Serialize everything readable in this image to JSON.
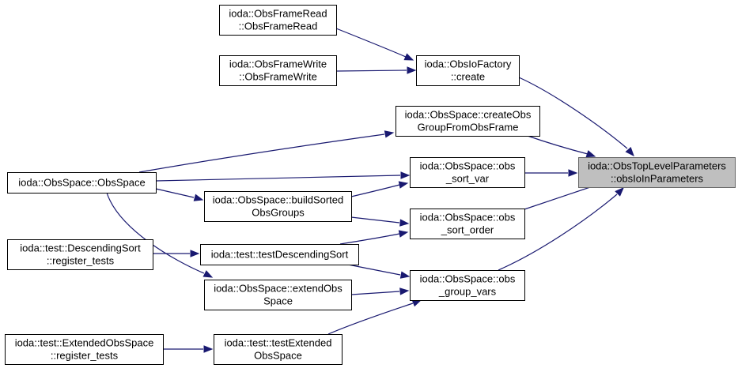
{
  "graph": {
    "colors": {
      "edge": "#191970",
      "focus_fill": "#bfbfbf",
      "node_fill": "#ffffff",
      "node_stroke": "#000000"
    },
    "nodes": [
      {
        "id": "obsframeread",
        "lines": [
          "ioda::ObsFrameRead",
          "::ObsFrameRead"
        ]
      },
      {
        "id": "obsframewrite",
        "lines": [
          "ioda::ObsFrameWrite",
          "::ObsFrameWrite"
        ]
      },
      {
        "id": "obsiofactory-create",
        "lines": [
          "ioda::ObsIoFactory",
          "::create"
        ]
      },
      {
        "id": "createobsgroup",
        "lines": [
          "ioda::ObsSpace::createObs",
          "GroupFromObsFrame"
        ]
      },
      {
        "id": "obsspace",
        "lines": [
          "ioda::ObsSpace::ObsSpace"
        ]
      },
      {
        "id": "obs-sort-var",
        "lines": [
          "ioda::ObsSpace::obs",
          "_sort_var"
        ]
      },
      {
        "id": "buildsorted",
        "lines": [
          "ioda::ObsSpace::buildSorted",
          "ObsGroups"
        ]
      },
      {
        "id": "obs-sort-order",
        "lines": [
          "ioda::ObsSpace::obs",
          "_sort_order"
        ]
      },
      {
        "id": "descending-register",
        "lines": [
          "ioda::test::DescendingSort",
          "::register_tests"
        ]
      },
      {
        "id": "testdescendingsort",
        "lines": [
          "ioda::test::testDescendingSort"
        ]
      },
      {
        "id": "extendobsspace",
        "lines": [
          "ioda::ObsSpace::extendObs",
          "Space"
        ]
      },
      {
        "id": "obs-group-vars",
        "lines": [
          "ioda::ObsSpace::obs",
          "_group_vars"
        ]
      },
      {
        "id": "extended-register",
        "lines": [
          "ioda::test::ExtendedObsSpace",
          "::register_tests"
        ]
      },
      {
        "id": "testextended",
        "lines": [
          "ioda::test::testExtended",
          "ObsSpace"
        ]
      },
      {
        "id": "obstoplevel",
        "lines": [
          "ioda::ObsTopLevelParameters",
          "::obsIoInParameters"
        ],
        "focus": true
      }
    ],
    "edges": [
      {
        "from": "obsframeread",
        "to": "obsiofactory-create"
      },
      {
        "from": "obsframewrite",
        "to": "obsiofactory-create"
      },
      {
        "from": "obsiofactory-create",
        "to": "obstoplevel"
      },
      {
        "from": "createobsgroup",
        "to": "obstoplevel"
      },
      {
        "from": "obsspace",
        "to": "createobsgroup"
      },
      {
        "from": "obsspace",
        "to": "obs-sort-var"
      },
      {
        "from": "obsspace",
        "to": "buildsorted"
      },
      {
        "from": "obsspace",
        "to": "extendobsspace"
      },
      {
        "from": "obs-sort-var",
        "to": "obstoplevel"
      },
      {
        "from": "buildsorted",
        "to": "obs-sort-var"
      },
      {
        "from": "buildsorted",
        "to": "obs-sort-order"
      },
      {
        "from": "obs-sort-order",
        "to": "obstoplevel"
      },
      {
        "from": "descending-register",
        "to": "testdescendingsort"
      },
      {
        "from": "testdescendingsort",
        "to": "obs-sort-order"
      },
      {
        "from": "testdescendingsort",
        "to": "obs-group-vars"
      },
      {
        "from": "extendobsspace",
        "to": "obs-group-vars"
      },
      {
        "from": "obs-group-vars",
        "to": "obstoplevel"
      },
      {
        "from": "extended-register",
        "to": "testextended"
      },
      {
        "from": "testextended",
        "to": "obs-group-vars"
      }
    ]
  }
}
